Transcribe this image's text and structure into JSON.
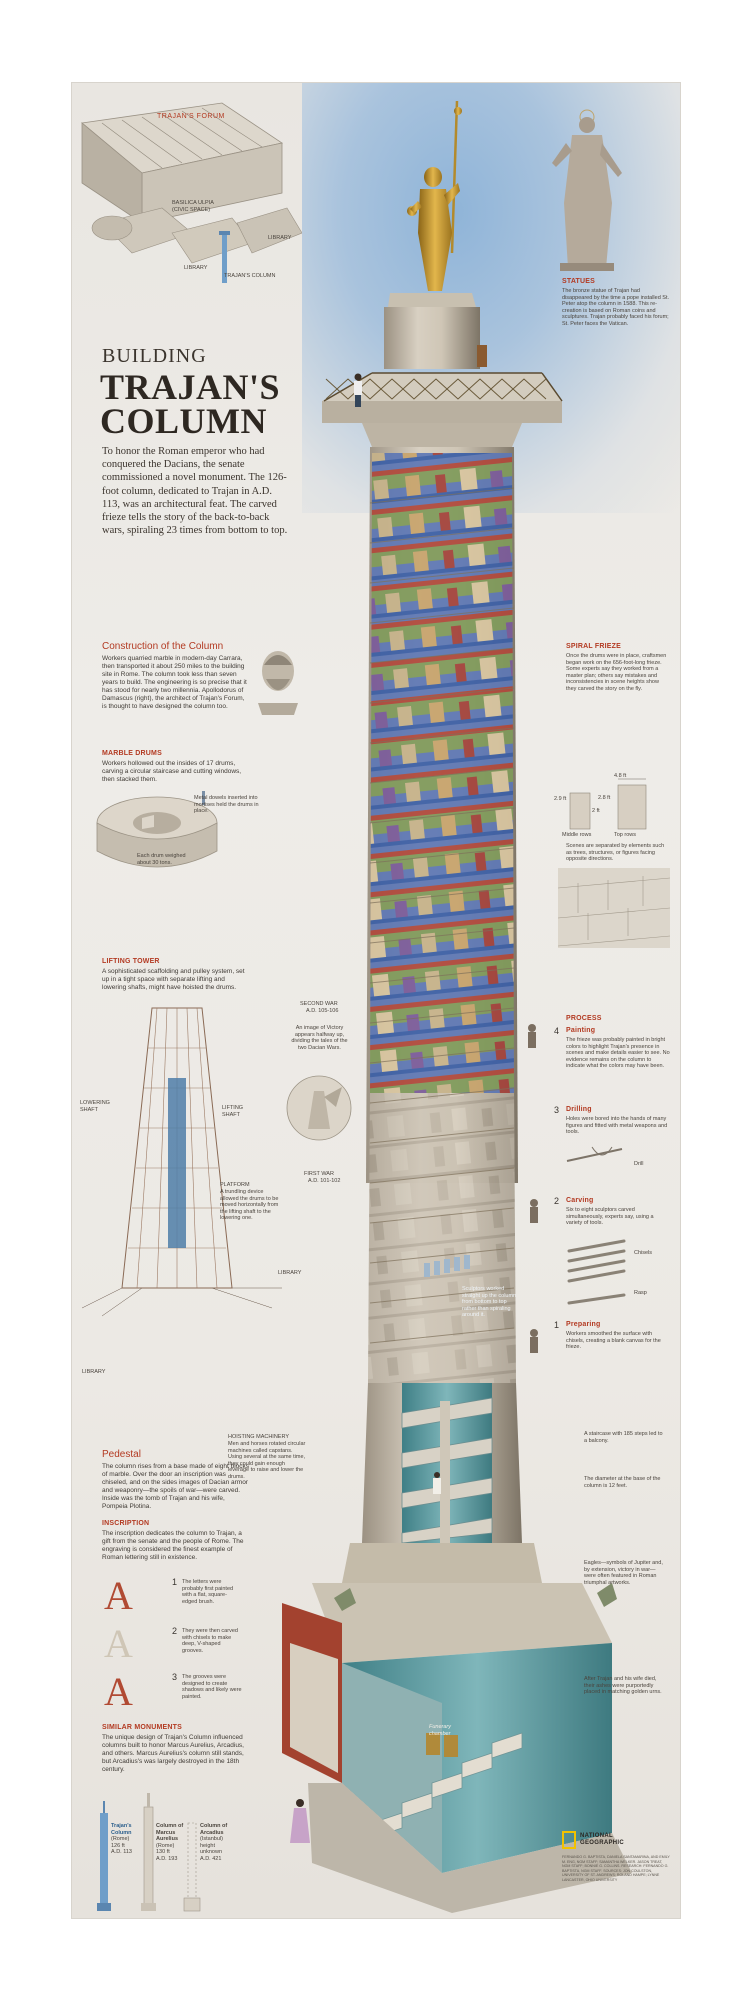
{
  "forum": {
    "title": "TRAJAN'S FORUM",
    "labels": [
      "BASILICA ULPIA (CIVIC SPACE)",
      "LIBRARY",
      "LIBRARY",
      "TRAJAN'S COLUMN"
    ]
  },
  "title": {
    "line1": "BUILDING",
    "line2": "TRAJAN'S",
    "line3": "COLUMN"
  },
  "intro": "To honor the Roman emperor who had conquered the Dacians, the senate commissioned a novel monument. The 126-foot column, dedicated to Trajan in A.D. 113, was an architectural feat. The carved frieze tells the story of the back-to-back wars, spiraling 23 times from bottom to top.",
  "statues": {
    "heading": "STATUES",
    "text": "The bronze statue of Trajan had disappeared by the time a pope installed St. Peter atop the column in 1588. This re-creation is based on Roman coins and sculptures. Trajan probably faced his forum; St. Peter faces the Vatican."
  },
  "construction": {
    "heading": "Construction of the Column",
    "text": "Workers quarried marble in modern-day Carrara, then transported it about 250 miles to the building site in Rome. The column took less than seven years to build. The engineering is so precise that it has stood for nearly two millennia. Apollodorus of Damascus (right), the architect of Trajan's Forum, is thought to have designed the column too."
  },
  "marble_drums": {
    "heading": "MARBLE DRUMS",
    "text": "Workers hollowed out the insides of 17 drums, carving a circular staircase and cutting windows, then stacked them.",
    "dowels": "Metal dowels inserted into mortises held the drums in place.",
    "weight": "Each drum weighed about 30 tons."
  },
  "lifting_tower": {
    "heading": "LIFTING TOWER",
    "text": "A sophisticated scaffolding and pulley system, set up in a tight space with separate lifting and lowering shafts, might have hoisted the drums.",
    "lowering": "LOWERING SHAFT",
    "lifting": "LIFTING SHAFT",
    "platform_h": "PLATFORM",
    "platform": "A trundling device allowed the drums to be moved horizontally from the lifting shaft to the lowering one.",
    "library_r": "LIBRARY",
    "library_l": "LIBRARY",
    "hoisting_h": "HOISTING MACHINERY",
    "hoisting": "Men and horses rotated circular machines called capstans. Using several at the same time, they could gain enough leverage to raise and lower the drums."
  },
  "wars": {
    "second": "SECOND WAR",
    "second_dates": "A.D. 105-106",
    "victory": "An image of Victory appears halfway up, dividing the tales of the two Dacian Wars.",
    "first": "FIRST WAR",
    "first_dates": "A.D. 101-102"
  },
  "spiral": {
    "heading": "SPIRAL FRIEZE",
    "text": "Once the drums were in place, craftsmen began work on the 656-foot-long frieze. Some experts say they worked from a master plan; others say mistakes and inconsistencies in scene heights show they carved the story on the fly.",
    "dim_top": "4.8 ft",
    "dim_left": "2.9 ft",
    "dim_mid": "2 ft",
    "dim_right": "2.8 ft",
    "middle_rows": "Middle rows",
    "top_rows": "Top rows",
    "scenes": "Scenes are separated by elements such as trees, structures, or figures facing opposite directions."
  },
  "process": {
    "heading": "PROCESS",
    "steps": [
      {
        "n": "4",
        "title": "Painting",
        "text": "The frieze was probably painted in bright colors to highlight Trajan's presence in scenes and make details easier to see. No evidence remains on the column to indicate what the colors may have been."
      },
      {
        "n": "3",
        "title": "Drilling",
        "text": "Holes were bored into the hands of many figures and fitted with metal weapons and tools."
      },
      {
        "n": "2",
        "title": "Carving",
        "text": "Six to eight sculptors carved simultaneously, experts say, using a variety of tools."
      },
      {
        "n": "1",
        "title": "Preparing",
        "text": "Workers smoothed the surface with chisels, creating a blank canvas for the frieze."
      }
    ],
    "drill": "Drill",
    "chisels": "Chisels",
    "rasp": "Rasp",
    "sculptors": "Sculptors worked straight up the column from bottom to top rather than spiraling around it."
  },
  "staircase": "A staircase with 185 steps led to a balcony.",
  "diameter": "The diameter at the base of the column is 12 feet.",
  "eagles": "Eagles—symbols of Jupiter and, by extension, victory in war—were often featured in Roman triumphal artworks.",
  "funerary": {
    "label": "Funerary chamber",
    "text": "After Trajan and his wife died, their ashes were purportedly placed in matching golden urns."
  },
  "pedestal": {
    "heading": "Pedestal",
    "text": "The column rises from a base made of eight blocks of marble. Over the door an inscription was chiseled, and on the sides images of Dacian armor and weaponry—the spoils of war—were carved. Inside was the tomb of Trajan and his wife, Pompeia Plotina."
  },
  "inscription": {
    "heading": "INSCRIPTION",
    "text": "The inscription dedicates the column to Trajan, a gift from the senate and the people of Rome. The engraving is considered the finest example of Roman lettering still in existence.",
    "steps": [
      {
        "n": "1",
        "text": "The letters were probably first painted with a flat, square-edged brush."
      },
      {
        "n": "2",
        "text": "They were then carved with chisels to make deep, V-shaped grooves."
      },
      {
        "n": "3",
        "text": "The grooves were designed to create shadows and likely were painted."
      }
    ]
  },
  "similar": {
    "heading": "SIMILAR MONUMENTS",
    "text": "The unique design of Trajan's Column influenced columns built to honor Marcus Aurelius, Arcadius, and others. Marcus Aurelius's column still stands, but Arcadius's was largely destroyed in the 18th century.",
    "cols": [
      {
        "name": "Trajan's Column",
        "place": "(Rome)",
        "height": "126 ft",
        "date": "A.D. 113"
      },
      {
        "name": "Column of Marcus Aurelius",
        "place": "(Rome)",
        "height": "130 ft",
        "date": "A.D. 193"
      },
      {
        "name": "Column of Arcadius",
        "place": "(Istanbul)",
        "height": "height unknown",
        "date": "A.D. 421"
      }
    ]
  },
  "credits": {
    "logo1": "NATIONAL",
    "logo2": "GEOGRAPHIC",
    "text": "FERNANDO G. BAPTISTA, DANIELA SANTAMARINA, AND EMILY M. ENG, NGM STAFF; SAMANTHA WELKER. JASON TREAT, NGM STAFF; BONNIE G. COLLINS. RESEARCH: FERNANDO G. BAPTISTA, NGM STAFF. SOURCES: JON COULSTON, UNIVERSITY OF ST. ANDREWS; ROLAND HAMPE; LYNNE LANCASTER, OHIO UNIVERSITY"
  },
  "colors": {
    "accent": "#b33a22",
    "stone": "#d9d2c4",
    "interior": "#5f9ea5",
    "gold": "#c9972e",
    "frieze_blue": "#3b5fa8"
  }
}
